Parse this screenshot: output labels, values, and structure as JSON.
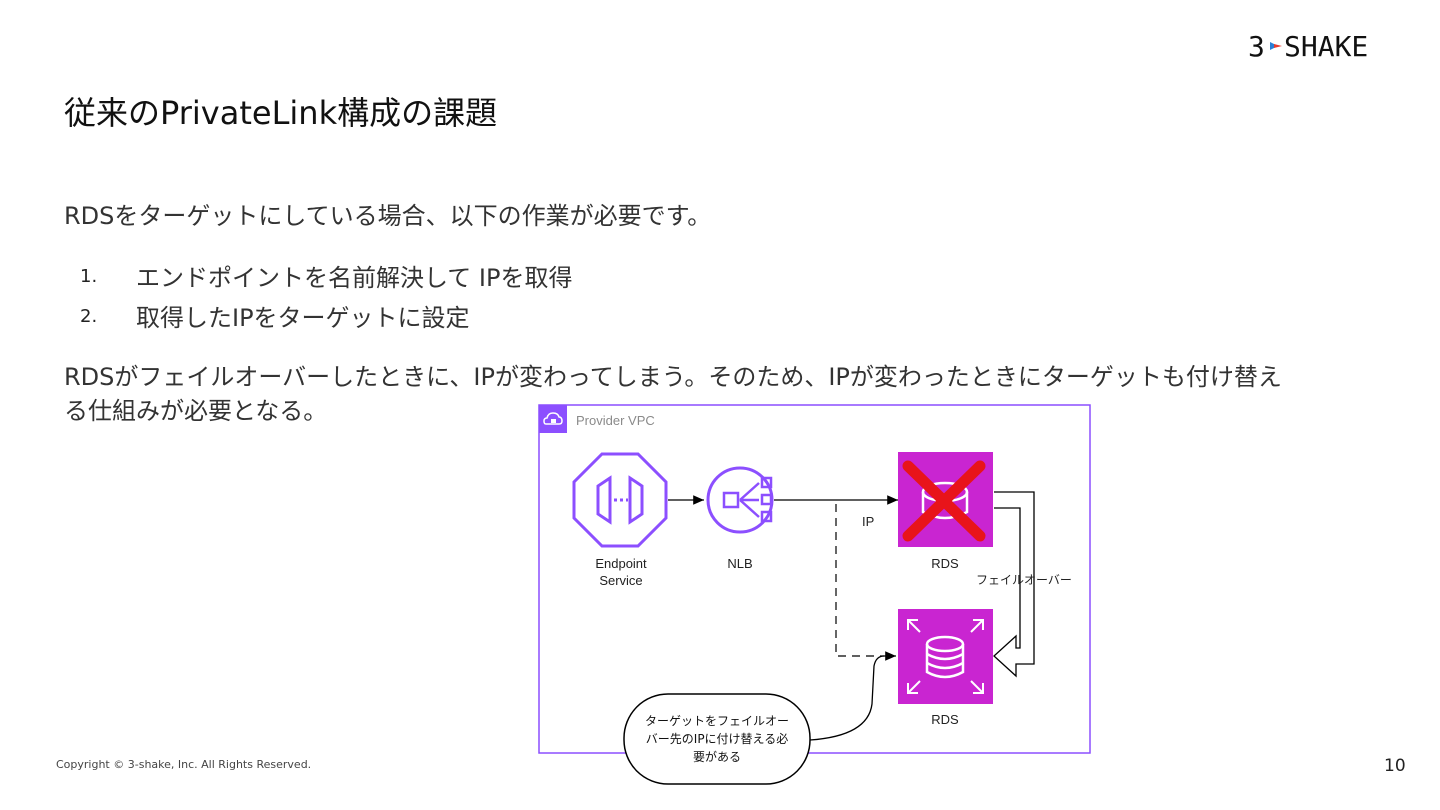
{
  "logo": {
    "text": "3SHAKE"
  },
  "title": "従来のPrivateLink構成の課題",
  "lead": "RDSをターゲットにしている場合、以下の作業が必要です。",
  "steps": [
    {
      "num": "1.",
      "text": "エンドポイントを名前解決して IPを取得"
    },
    {
      "num": "2.",
      "text": "取得したIPをターゲットに設定"
    }
  ],
  "paragraph": {
    "line1": "RDSがフェイルオーバーしたときに、IPが変わってしまう。そのため、IPが変わったときにターゲットも付け替え",
    "line2": "る仕組みが必要となる。"
  },
  "diagram": {
    "vpc_label": "Provider VPC",
    "endpoint_label_1": "Endpoint",
    "endpoint_label_2": "Service",
    "nlb_label": "NLB",
    "ip_label": "IP",
    "rds_top_label": "RDS",
    "rds_bottom_label": "RDS",
    "failover_label": "フェイルオーバー",
    "note_line1": "ターゲットをフェイルオー",
    "note_line2": "バー先のIPに付け替える必",
    "note_line3": "要がある",
    "colors": {
      "vpc_border": "#8c4fff",
      "icon_purple": "#8c4fff",
      "rds_magenta": "#c925d1",
      "cross_red": "#e8141a"
    }
  },
  "footer": "Copyright © 3-shake, Inc. All Rights Reserved.",
  "page_number": "10"
}
